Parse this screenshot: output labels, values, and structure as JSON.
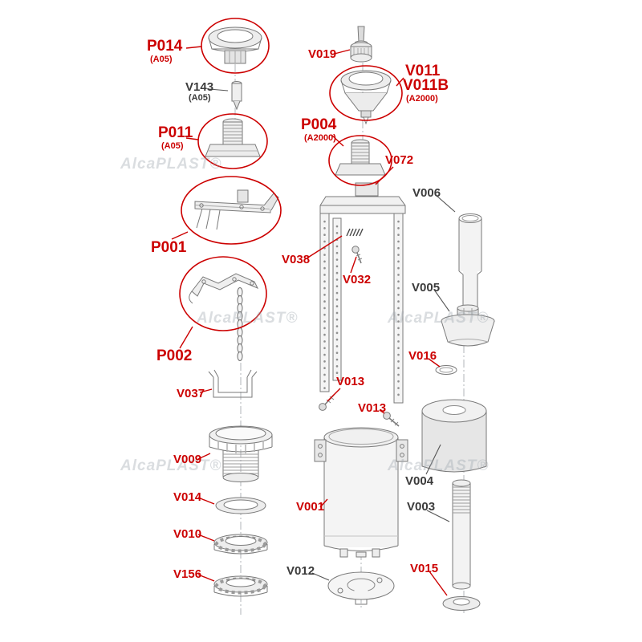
{
  "watermark": "AlcaPLAST®",
  "colors": {
    "accent": "#cc0000",
    "ink": "#3b3b3b",
    "art_line": "#7a7a7a",
    "background": "#ffffff"
  },
  "labels": {
    "p014": {
      "text": "P014",
      "sub": "(A05)"
    },
    "v143": {
      "text": "V143",
      "sub": "(A05)"
    },
    "p011": {
      "text": "P011",
      "sub": "(A05)"
    },
    "p001": {
      "text": "P001"
    },
    "p002": {
      "text": "P002"
    },
    "v037": {
      "text": "V037"
    },
    "v009": {
      "text": "V009"
    },
    "v014": {
      "text": "V014"
    },
    "v010": {
      "text": "V010"
    },
    "v156": {
      "text": "V156"
    },
    "v019": {
      "text": "V019"
    },
    "v011": {
      "text": "V011"
    },
    "v011b": {
      "text": "V011B",
      "sub": "(A2000)"
    },
    "p004": {
      "text": "P004",
      "sub": "(A2000)"
    },
    "v072": {
      "text": "V072"
    },
    "v038": {
      "text": "V038"
    },
    "v032": {
      "text": "V032"
    },
    "v013a": {
      "text": "V013"
    },
    "v013b": {
      "text": "V013"
    },
    "v001": {
      "text": "V001"
    },
    "v012": {
      "text": "V012"
    },
    "v006": {
      "text": "V006"
    },
    "v005": {
      "text": "V005"
    },
    "v016": {
      "text": "V016"
    },
    "v004": {
      "text": "V004"
    },
    "v003": {
      "text": "V003"
    },
    "v015": {
      "text": "V015"
    }
  }
}
